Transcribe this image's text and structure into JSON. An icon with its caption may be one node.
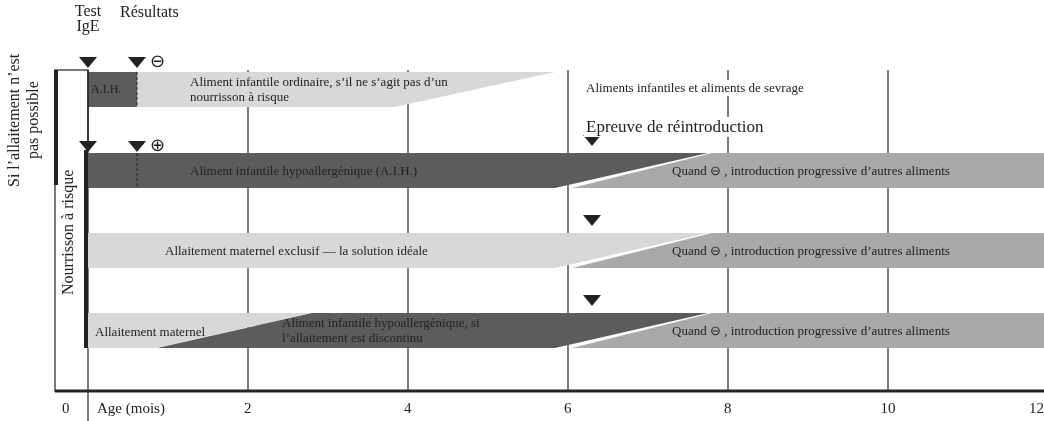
{
  "diagram": {
    "nodes": [
      {
        "text": [
          "A.I.H."
        ]
      },
      {
        "text": [
          "Aliment infantile ordinaire, s’il ne s’agit pas d’un nourrisson à risque"
        ]
      },
      {
        "text": [
          "Aliment infantile hypoallergénique (A.I.H.)"
        ]
      },
      {
        "text": [
          "Quand ⊖ , introduction progressive d’autres aliments"
        ]
      },
      {
        "text": [
          "Allaitement maternel exclusif — la solution idéale"
        ]
      },
      {
        "text": [
          "Quand ⊖ , introduction progressive d’autres aliments"
        ]
      },
      {
        "text": [
          "Allaitement maternel"
        ]
      },
      {
        "text": [
          "Aliment infantile hypoallergénique, si l’allaitement est discontinu"
        ]
      },
      {
        "text": [
          "Quand ⊖ , introduction progressive d’autres aliments"
        ]
      }
    ],
    "labels": [
      "Test IgE",
      "Résultats",
      "⊖",
      "Si l’allaitement n’est pas possible",
      "Aliments infantiles et aliments de sevrage",
      "⊕",
      "Epreuve de réintroduction",
      "Nourrisson à risque",
      "0",
      "Age (mois)",
      "2",
      "4",
      "6",
      "8",
      "10",
      "12"
    ]
  }
}
